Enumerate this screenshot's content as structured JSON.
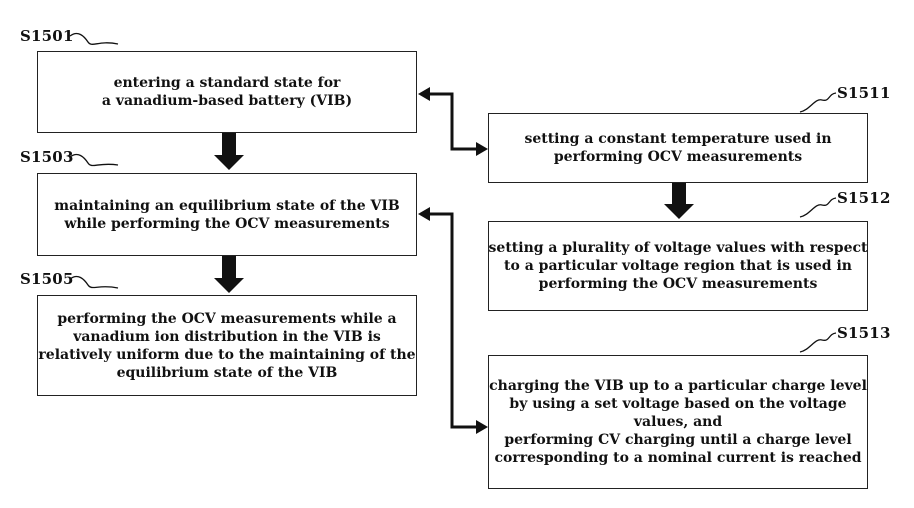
{
  "steps": {
    "s1501": {
      "label": "S1501",
      "lines": [
        "entering a standard state for",
        "a vanadium-based battery (VIB)"
      ]
    },
    "s1503": {
      "label": "S1503",
      "lines": [
        "maintaining an equilibrium state of the VIB",
        "while performing the OCV measurements"
      ]
    },
    "s1505": {
      "label": "S1505",
      "lines": [
        "performing the OCV measurements while a",
        "vanadium ion distribution in the VIB is",
        "relatively uniform due to the maintaining of the",
        "equilibrium state of the VIB"
      ]
    },
    "s1511": {
      "label": "S1511",
      "lines": [
        "setting a constant temperature used in",
        "performing OCV measurements"
      ]
    },
    "s1512": {
      "label": "S1512",
      "lines": [
        "setting a plurality of voltage values with respect",
        "to a particular voltage region that is used in",
        "performing the OCV measurements"
      ]
    },
    "s1513": {
      "label": "S1513",
      "lines": [
        "charging the VIB up to a particular charge level",
        "by using a set voltage based on the voltage",
        "values, and",
        "performing CV charging until a charge level",
        "corresponding to a nominal current is reached"
      ]
    }
  }
}
